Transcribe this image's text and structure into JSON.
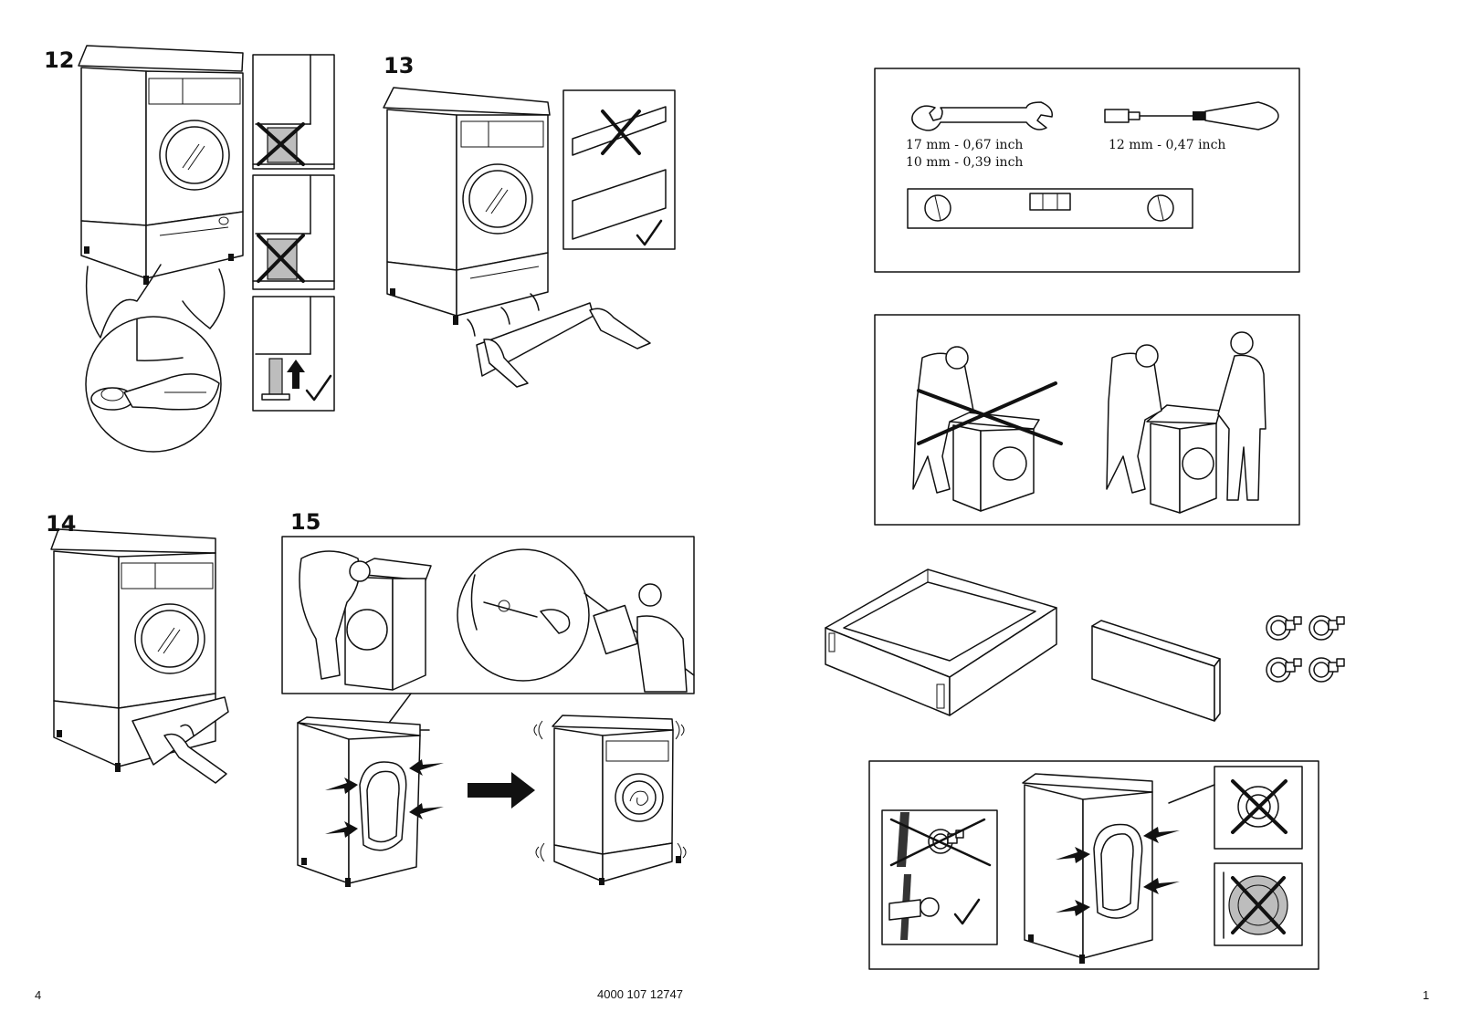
{
  "steps": {
    "s12": "12",
    "s13": "13",
    "s14": "14",
    "s15": "15"
  },
  "tools": {
    "wrench_line1": "17 mm - 0,67 inch",
    "wrench_line2": "10 mm - 0,39 inch",
    "socket": "12 mm - 0,47 inch"
  },
  "icons": [
    "wrench-icon",
    "socket-driver-icon",
    "spirit-level-icon",
    "washing-machine-icon",
    "person-icon",
    "check-mark-icon",
    "cross-mark-icon",
    "arrow-icon",
    "plinth-frame-icon",
    "front-panel-icon",
    "screw-icon",
    "power-plug-icon"
  ],
  "footer": {
    "left_page": "4",
    "article": "4000 107 12747",
    "right_page": "1"
  }
}
